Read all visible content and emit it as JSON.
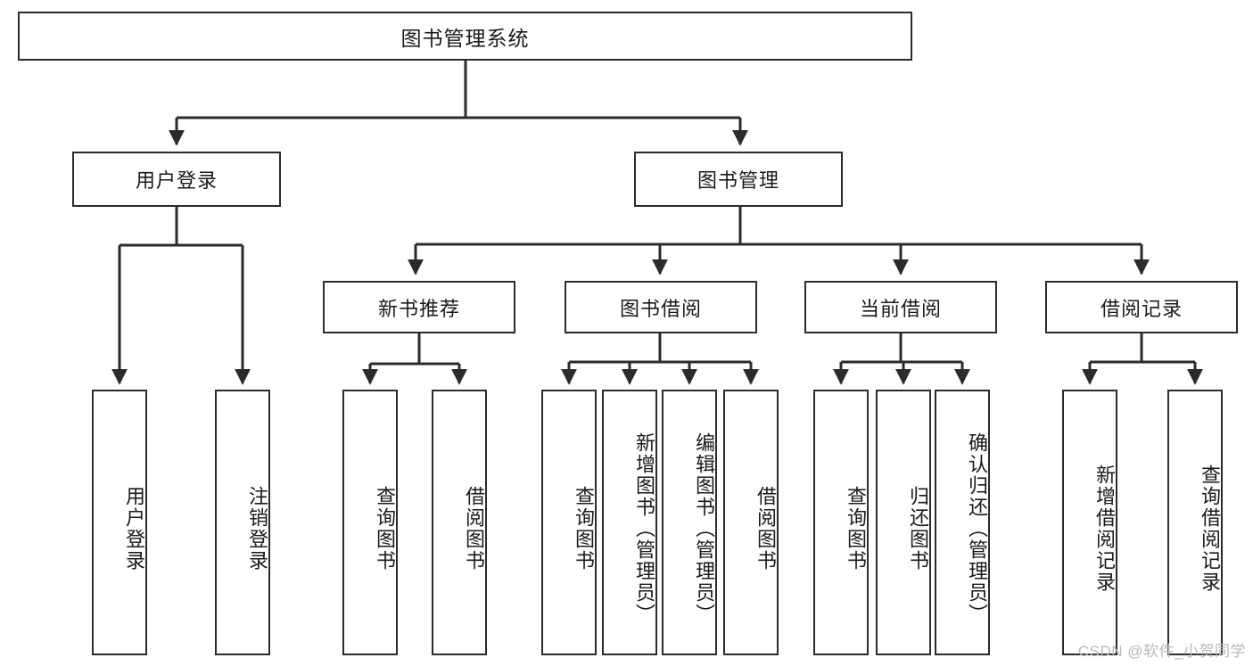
{
  "diagram": {
    "type": "tree",
    "title": "图书管理系统",
    "root": {
      "label": "图书管理系统"
    },
    "level2": [
      {
        "label": "用户登录"
      },
      {
        "label": "图书管理"
      }
    ],
    "level3": [
      {
        "label": "新书推荐"
      },
      {
        "label": "图书借阅"
      },
      {
        "label": "当前借阅"
      },
      {
        "label": "借阅记录"
      }
    ],
    "leaves": {
      "user_login": [
        {
          "label": "用户登录"
        },
        {
          "label": "注销登录"
        }
      ],
      "new_book": [
        {
          "label": "查询图书"
        },
        {
          "label": "借阅图书"
        }
      ],
      "book_borrow": [
        {
          "label": "查询图书"
        },
        {
          "label": "新增图书（管理员）"
        },
        {
          "label": "编辑图书（管理员）"
        },
        {
          "label": "借阅图书"
        }
      ],
      "current_borrow": [
        {
          "label": "查询图书"
        },
        {
          "label": "归还图书"
        },
        {
          "label": "确认归还（管理员）"
        }
      ],
      "borrow_record": [
        {
          "label": "新增借阅记录"
        },
        {
          "label": "查询借阅记录"
        }
      ]
    }
  },
  "watermark": {
    "text": "CSDN @软件_小贺同学"
  },
  "colors": {
    "box_border": "#2b2b2b",
    "box_fill": "#ffffff",
    "connector": "#2b2b2b",
    "text": "#1a1a1a",
    "watermark": "#b9b9b9"
  }
}
